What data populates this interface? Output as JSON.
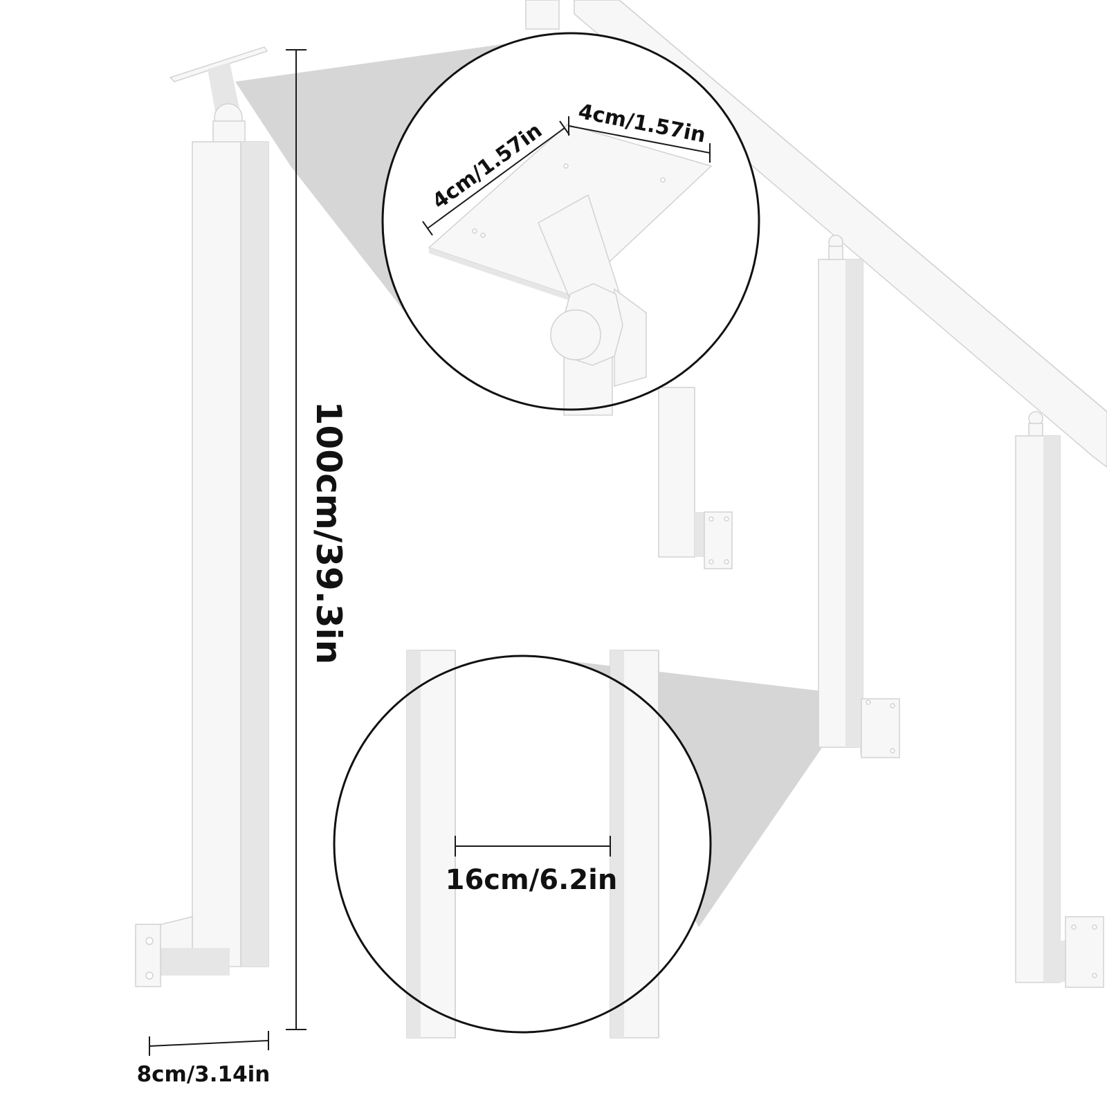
{
  "colors": {
    "metal": "#f7f7f7",
    "metal_shade": "#e6e6e6",
    "metal_edge": "#d2d2d2",
    "callout_shadow": "#cfcfcf",
    "dimension_line": "#1a1a1a",
    "circle_outline": "#111111"
  },
  "dimensions": {
    "overall_height": "100cm/39.3in",
    "base_width": "8cm/3.14in",
    "top_plate_length": "4cm/1.57in",
    "top_plate_width": "4cm/1.57in",
    "post_spacing": "16cm/6.2in"
  },
  "callouts": {
    "top_detail": "top-mounting-plate-detail",
    "spacing_detail": "post-spacing-detail"
  }
}
